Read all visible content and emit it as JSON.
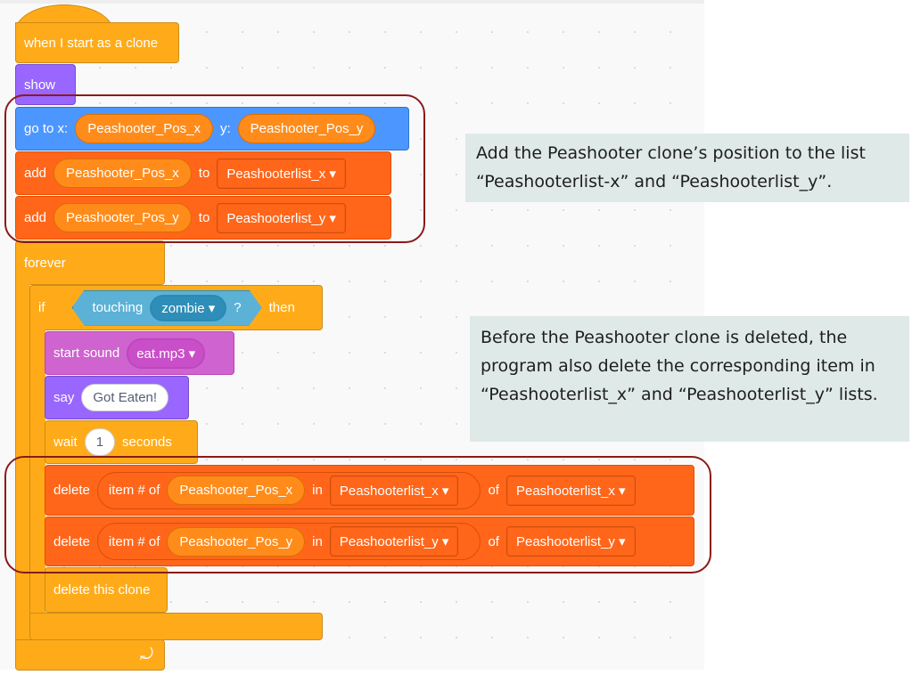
{
  "blocks": {
    "hat": "when I start as a clone",
    "show": "show",
    "goto": {
      "label": "go to x:",
      "x": "Peashooter_Pos_x",
      "ylabel": "y:",
      "y": "Peashooter_Pos_y"
    },
    "add_x": {
      "label": "add",
      "value": "Peashooter_Pos_x",
      "to": "to",
      "list": "Peashooterlist_x"
    },
    "add_y": {
      "label": "add",
      "value": "Peashooter_Pos_y",
      "to": "to",
      "list": "Peashooterlist_y"
    },
    "forever": "forever",
    "if": {
      "label": "if",
      "touching": "touching",
      "target": "zombie",
      "q": "?",
      "then": "then"
    },
    "sound": {
      "label": "start sound",
      "value": "eat.mp3"
    },
    "say": {
      "label": "say",
      "value": "Got Eaten!"
    },
    "wait": {
      "label": "wait",
      "value": "1",
      "unit": "seconds"
    },
    "del_x": {
      "label": "delete",
      "item": "item # of",
      "value": "Peashooter_Pos_x",
      "in": "in",
      "list": "Peashooterlist_x",
      "of": "of",
      "list2": "Peashooterlist_x"
    },
    "del_y": {
      "label": "delete",
      "item": "item # of",
      "value": "Peashooter_Pos_y",
      "in": "in",
      "list": "Peashooterlist_y",
      "of": "of",
      "list2": "Peashooterlist_y"
    },
    "del_clone": "delete this clone"
  },
  "notes": {
    "n1": "Add the Peashooter clone’s position to the list “Peashooterlist-x” and “Peashooterlist_y”.",
    "n2": "Before the Peashooter clone is deleted, the program also delete the corresponding item in “Peashooterlist_x” and “Peashooterlist_y” lists."
  },
  "colors": {
    "outline": "#8b1a1a",
    "events": "#ffab19",
    "looks": "#9966ff",
    "motion": "#4c97ff",
    "lists": "#ff661a",
    "sound": "#cf63cf"
  }
}
